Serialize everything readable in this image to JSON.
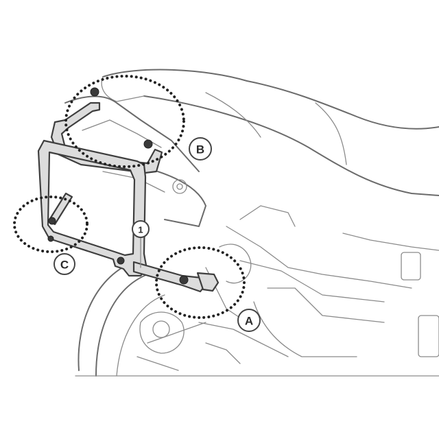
{
  "callouts": {
    "a": "A",
    "b": "B",
    "c": "C",
    "part_1": "1"
  },
  "colors": {
    "outline": "#6b6b6b",
    "frame_fill": "#dcdcdc",
    "frame_stroke": "#3e3e3e",
    "dotted_circle": "#222222"
  },
  "icons": [
    "motorcycle-rear-outline",
    "side-pannier-frame",
    "mounting-bolt"
  ]
}
